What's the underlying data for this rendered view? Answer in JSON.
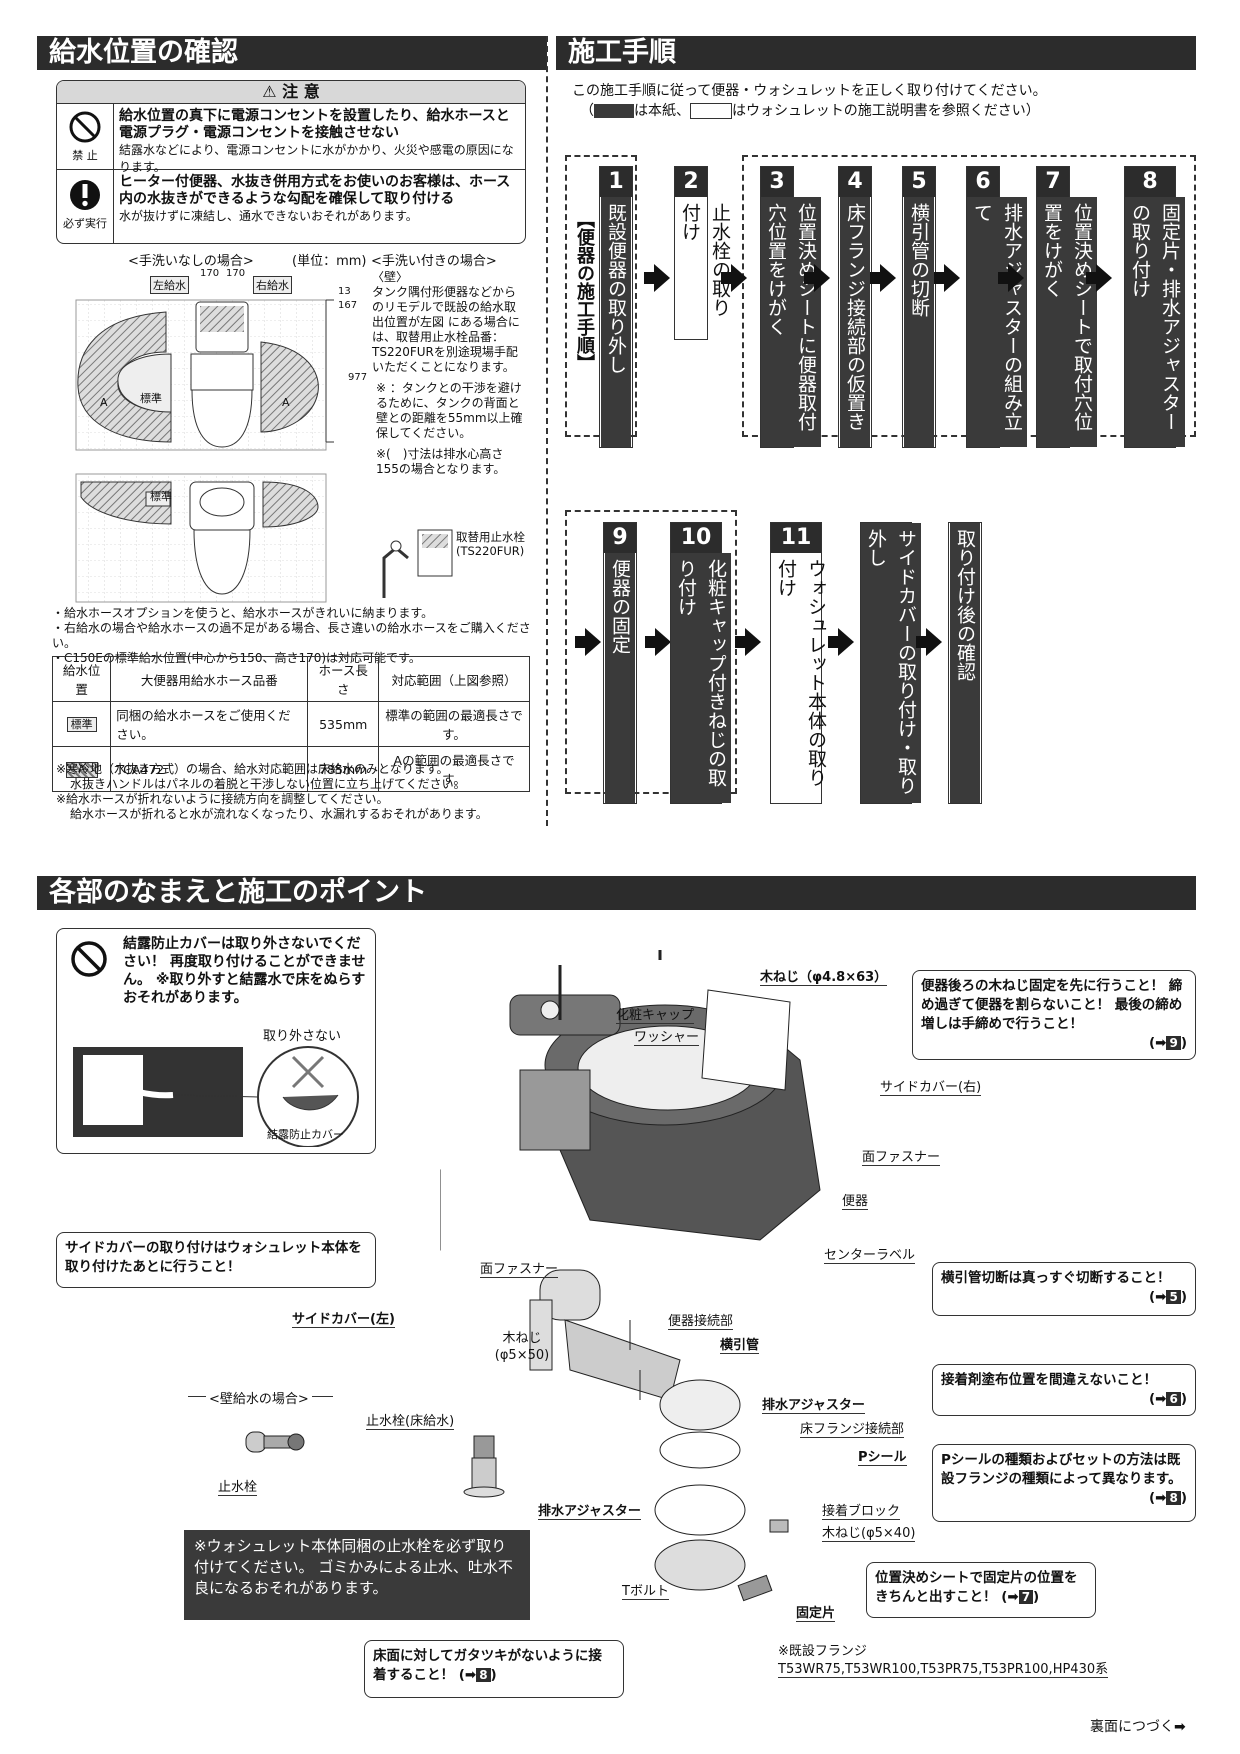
{
  "left_section": {
    "title": "給水位置の確認",
    "caution_title": "注 意",
    "prohibit_label": "禁 止",
    "prohibit_bold": "給水位置の真下に電源コンセントを設置したり、給水ホースと電源プラグ・電源コンセントを接触させない",
    "prohibit_note": "結露水などにより、電源コンセントに水がかかり、火災や感電の原因になります。",
    "must_label": "必ず実行",
    "must_bold": "ヒーター付便器、水抜き併用方式をお使いのお客様は、ホース内の水抜きができるような勾配を確保して取り付ける",
    "must_note": "水が抜けずに凍結し、通水できないおそれがあります。",
    "diagram_header_left": "<手洗いなしの場合>",
    "diagram_unit": "(単位：mm)",
    "diagram_header_right": "<手洗い付きの場合>",
    "left_supply": "左給水",
    "right_supply": "右給水",
    "dim_170a": "170",
    "dim_170b": "170",
    "dim_13": "13",
    "dim_167": "167",
    "dim_977": "977",
    "standard": "標準",
    "area_a": "A",
    "wall_title": "〈壁〉",
    "wall_text": "タンク隅付形便器などからのリモデルで既設の給水取出位置が左図  にある場合には、取替用止水栓品番：TS220FURを別途現場手配いただくことになります。",
    "wall_note1": "※  ：タンクとの干渉を避けるために、タンクの背面と壁との距離を55mm以上確保してください。",
    "wall_note2": "※(　)寸法は排水心高さ155の場合となります。",
    "valve_label": "取替用止水栓 (TS220FUR)",
    "bullet1": "・給水ホースオプションを使うと、給水ホースがきれいに納まります。",
    "bullet2": "・右給水の場合や給水ホースの過不足がある場合、長さ違いの給水ホースをご購入ください。",
    "bullet3": "・C150Eの標準給水位置(中心から150、高さ170)は対応可能です。",
    "table_headers": [
      "給水位置",
      "大便器用給水ホース品番",
      "ホース長さ",
      "対応範囲（上図参照）"
    ],
    "table_rows": [
      {
        "pos": "標準",
        "part": "同梱の給水ホースをご使用ください。",
        "len": "535mm",
        "range": "標準の範囲の最適長さです。"
      },
      {
        "pos": "A",
        "part": "TCA472",
        "len": "785mm",
        "range": "Aの範囲の最適長さです。"
      }
    ],
    "foot1": "※寒冷地（水抜き方式）の場合、給水対応範囲は床給水のみとなります。",
    "foot2": "水抜きハンドルはパネルの着脱と干渉しない位置に立ち上げてください。",
    "foot3": "※給水ホースが折れないように接続方向を調整してください。",
    "foot4": "給水ホースが折れると水が流れなくなったり、水漏れするおそれがあります。"
  },
  "right_section": {
    "title": "施工手順",
    "intro1": "この施工手順に従って便器・ウォシュレットを正しく取り付けてください。",
    "intro2a": "（",
    "intro2b": "は本紙、",
    "intro2c": "はウォシュレットの施工説明書を参照ください）",
    "bracket_label": "【便器の施工手順】",
    "steps": [
      {
        "num": "1",
        "label": "既設便器の取り外し"
      },
      {
        "num": "2",
        "label": "止水栓の取り付け"
      },
      {
        "num": "3",
        "label": "位置決めシートに便器取付穴位置をけがく"
      },
      {
        "num": "4",
        "label": "床フランジ接続部の仮置き"
      },
      {
        "num": "5",
        "label": "横引管の切断"
      },
      {
        "num": "6",
        "label": "排水アジャスターの組み立て"
      },
      {
        "num": "7",
        "label": "位置決めシートで取付穴位置をけがく"
      },
      {
        "num": "8",
        "label": "固定片・排水アジャスターの取り付け"
      },
      {
        "num": "9",
        "label": "便器の固定"
      },
      {
        "num": "10",
        "label": "化粧キャップ付きねじの取り付け"
      },
      {
        "num": "11",
        "label": "ウォシュレット本体の取り付け"
      },
      {
        "num": "",
        "label": "サイドカバーの取り付け・取り外し"
      },
      {
        "num": "",
        "label": "取り付け後の確認"
      }
    ]
  },
  "bottom_section": {
    "title": "各部のなまえと施工のポイント",
    "cover_warning": "結露防止カバーは取り外さないでください！ 再度取り付けることができません。 ※取り外すと結露水で床をぬらすおそれがあります。",
    "dont_remove": "取り外さない",
    "condensation_cover": "結露防止カバー",
    "screw_top": "木ねじ（φ4.8×63）",
    "screw_top_note": "便器後ろの木ねじ固定を先に行うこと！ 締め過ぎて便器を割らないこと！ 最後の締め増しは手締めで行うこと！",
    "ref9": "9",
    "cosmetic_cap": "化粧キャップ",
    "washer": "ワッシャー",
    "side_cover_right": "サイドカバー(右)",
    "velcro1": "面ファスナー",
    "velcro2": "面ファスナー",
    "toilet": "便器",
    "center_label": "センターラベル",
    "side_cover_note": "サイドカバーの取り付けはウォシュレット本体を取り付けたあとに行うこと！",
    "side_cover_left": "サイドカバー(左)",
    "pipe_note": "横引管切断は真っすぐ切断すること！",
    "ref5": "5",
    "screw_mid": "木ねじ (φ5×50)",
    "bowl_joint": "便器接続部",
    "horizontal_pipe": "横引管",
    "adhesive_note": "接着剤塗布位置を間違えないこと！",
    "ref6": "6",
    "drain_adjuster1": "排水アジャスター",
    "floor_flange_joint": "床フランジ接続部",
    "p_seal": "Pシール",
    "p_seal_note": "Pシールの種類およびセットの方法は既設フランジの種類によって異なります。",
    "ref8a": "8",
    "wall_supply": "<壁給水の場合>",
    "stop_valve_floor": "止水栓(床給水)",
    "stop_valve": "止水栓",
    "drain_adjuster2": "排水アジャスター",
    "adhesive_block": "接着ブロック",
    "screw_small": "木ねじ(φ5×40)",
    "t_bolt": "Tボルト",
    "fixing_piece": "固定片",
    "fixing_note": "位置決めシートで固定片の位置をきちんと出すこと！",
    "ref7": "7",
    "valve_warning": "※ウォシュレット本体同梱の止水栓を必ず取り付けてください。 ゴミかみによる止水、吐水不良になるおそれがあります。",
    "floor_note": "床面に対してガタツキがないように接着すること！",
    "ref8b": "8",
    "existing_flange": "※既設フランジ",
    "flange_models": "T53WR75,T53WR100,T53PR75,T53PR100,HP430系",
    "continue": "裏面につづく"
  },
  "colors": {
    "header_bg": "#2c2c2c",
    "step_dark": "#3a3a3a",
    "hatch": "#888888"
  }
}
